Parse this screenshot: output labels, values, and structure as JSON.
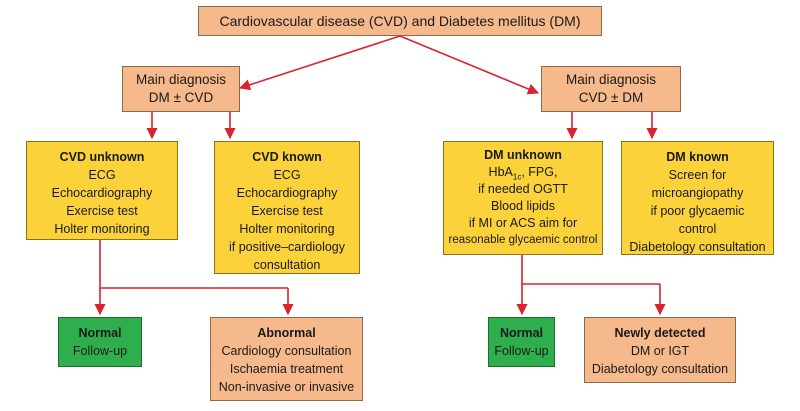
{
  "title": "Cardiovascular disease (CVD) and Diabetes mellitus (DM)",
  "left_diag": {
    "line1": "Main diagnosis",
    "line2": "DM ± CVD"
  },
  "right_diag": {
    "line1": "Main diagnosis",
    "line2": "CVD ± DM"
  },
  "cvd_unknown": {
    "heading": "CVD unknown",
    "items": [
      "ECG",
      "Echocardiography",
      "Exercise test",
      "Holter monitoring"
    ]
  },
  "cvd_known": {
    "heading": "CVD known",
    "items": [
      "ECG",
      "Echocardiography",
      "Exercise test",
      "Holter monitoring",
      "if positive–cardiology",
      "consultation"
    ]
  },
  "dm_unknown": {
    "heading": "DM unknown",
    "hba_prefix": "HbA",
    "hba_sub": "1c",
    "hba_suffix": ", FPG,",
    "items": [
      "if needed OGTT",
      "Blood lipids",
      "if MI or ACS aim for",
      "reasonable glycaemic control"
    ]
  },
  "dm_known": {
    "heading": "DM known",
    "items": [
      "Screen for",
      "microangiopathy",
      "if poor glycaemic",
      "control",
      "Diabetology consultation"
    ]
  },
  "normal_left": {
    "heading": "Normal",
    "line": "Follow-up"
  },
  "abnormal": {
    "heading": "Abnormal",
    "items": [
      "Cardiology consultation",
      "Ischaemia treatment",
      "Non-invasive or invasive"
    ]
  },
  "normal_right": {
    "heading": "Normal",
    "line": "Follow-up"
  },
  "newly_detected": {
    "heading": "Newly detected",
    "items": [
      "DM or IGT",
      "Diabetology consultation"
    ]
  },
  "colors": {
    "peach": "#f6b98c",
    "yellow": "#fbd23a",
    "green": "#2fae4e",
    "arrow": "#d9232e"
  }
}
